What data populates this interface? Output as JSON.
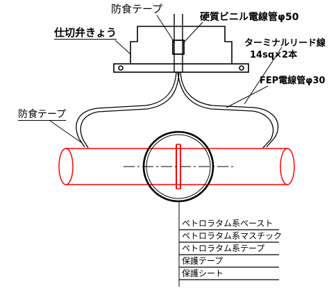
{
  "labels": {
    "corrosion_tape_top": "防食テープ",
    "hard_pvc_conduit": "硬質ビニル電線管φ50",
    "gate_valve_box": "仕切弁きょう",
    "terminal_lead": "ターミナルリード線",
    "terminal_lead_spec": "14sq×2本",
    "fep_conduit": "FEP電線管φ30",
    "corrosion_tape_left": "防食テープ"
  },
  "legend_items": [
    "ペトロラタム系ペースト",
    "ペトロラタム系マスチック",
    "ペトロラタム系テープ",
    "保護テープ",
    "保護シート"
  ],
  "colors": {
    "pipe": "#ff0000",
    "line": "#000000"
  }
}
